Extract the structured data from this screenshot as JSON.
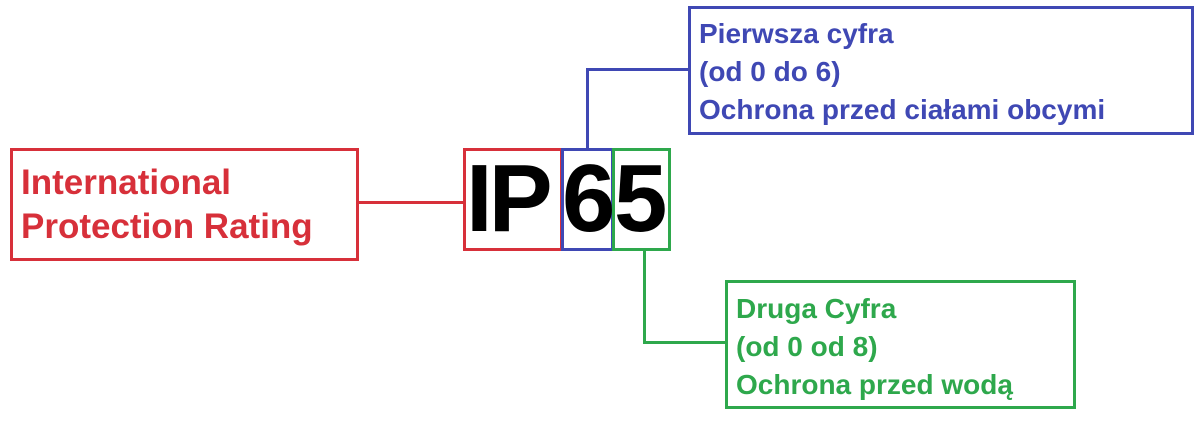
{
  "diagram": {
    "code": {
      "prefix": "IP",
      "first_digit": "6",
      "second_digit": "5"
    },
    "prefix_label": {
      "lines": [
        "International",
        "Protection Rating"
      ],
      "color": "#d7303a"
    },
    "first_digit_label": {
      "lines": [
        "Pierwsza cyfra",
        "(od 0 do 6)",
        "Ochrona przed ciałami obcymi"
      ],
      "color": "#3f48b4"
    },
    "second_digit_label": {
      "lines": [
        "Druga Cyfra",
        "(od 0 od 8)",
        "Ochrona przed wodą"
      ],
      "color": "#2ea84c"
    }
  }
}
